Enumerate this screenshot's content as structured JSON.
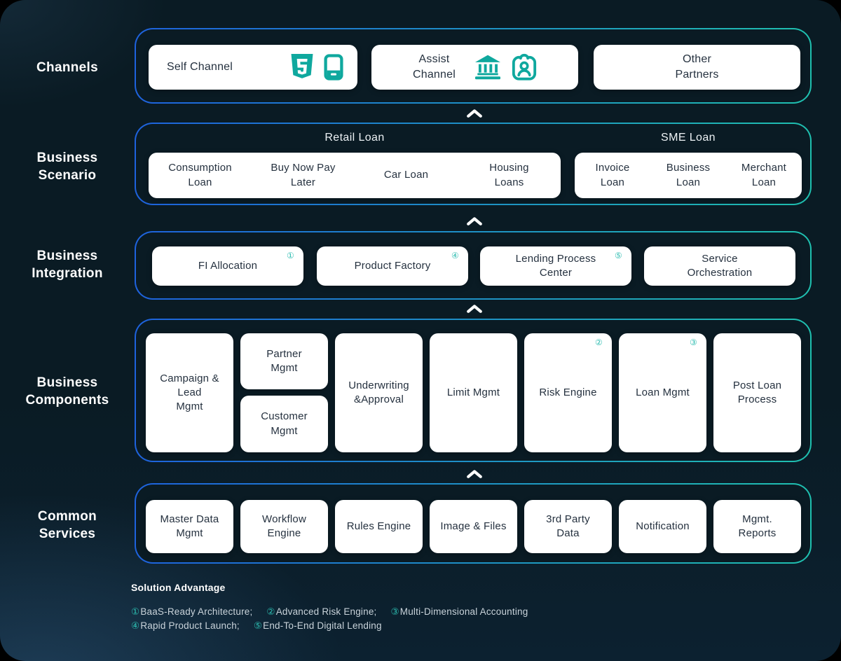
{
  "colors": {
    "bg": "#0A1B24",
    "teal": "#0FA89E",
    "accent_blue": "#1E62DD",
    "accent_teal": "#1FC0AF",
    "box_text": "#25313F"
  },
  "rows": {
    "channels": {
      "side_label": "Channels",
      "boxes": [
        {
          "label": "Self Channel",
          "icons": [
            "html5-icon",
            "mobile-icon"
          ]
        },
        {
          "label": "Assist\nChannel",
          "icons": [
            "bank-icon",
            "id-badge-icon"
          ]
        },
        {
          "label": "Other\nPartners",
          "icons": []
        }
      ]
    },
    "scenario": {
      "side_label": "Business\nScenario",
      "groups": [
        {
          "title": "Retail Loan",
          "items": [
            "Consumption\nLoan",
            "Buy Now Pay\nLater",
            "Car Loan",
            "Housing\nLoans"
          ]
        },
        {
          "title": "SME Loan",
          "items": [
            "Invoice\nLoan",
            "Business\nLoan",
            "Merchant\nLoan"
          ]
        }
      ]
    },
    "integration": {
      "side_label": "Business\nIntegration",
      "boxes": [
        {
          "label": "FI Allocation",
          "badge": "①"
        },
        {
          "label": "Product Factory",
          "badge": "④"
        },
        {
          "label": "Lending Process\nCenter",
          "badge": "⑤"
        },
        {
          "label": "Service\nOrchestration",
          "badge": ""
        }
      ]
    },
    "components": {
      "side_label": "Business\nComponents",
      "boxes": [
        {
          "label": "Campaign &\nLead\nMgmt",
          "badge": ""
        },
        {
          "label": "Partner\nMgmt",
          "badge": ""
        },
        {
          "label": "Customer\nMgmt",
          "badge": ""
        },
        {
          "label": "Underwriting\n&Approval",
          "badge": ""
        },
        {
          "label": "Limit Mgmt",
          "badge": ""
        },
        {
          "label": "Risk Engine",
          "badge": "②"
        },
        {
          "label": "Loan Mgmt",
          "badge": "③"
        },
        {
          "label": "Post Loan\nProcess",
          "badge": ""
        }
      ]
    },
    "services": {
      "side_label": "Common\nServices",
      "boxes": [
        {
          "label": "Master Data\nMgmt"
        },
        {
          "label": "Workflow\nEngine"
        },
        {
          "label": "Rules Engine"
        },
        {
          "label": "Image & Files"
        },
        {
          "label": "3rd Party\nData"
        },
        {
          "label": "Notification"
        },
        {
          "label": "Mgmt.\nReports"
        }
      ]
    }
  },
  "footer": {
    "heading": "Solution Advantage",
    "items": [
      {
        "num": "①",
        "text": "BaaS-Ready Architecture;"
      },
      {
        "num": "②",
        "text": "Advanced Risk Engine;"
      },
      {
        "num": "③",
        "text": "Multi-Dimensional Accounting"
      },
      {
        "num": "④",
        "text": "Rapid Product Launch;"
      },
      {
        "num": "⑤",
        "text": "End-To-End Digital Lending"
      }
    ]
  }
}
